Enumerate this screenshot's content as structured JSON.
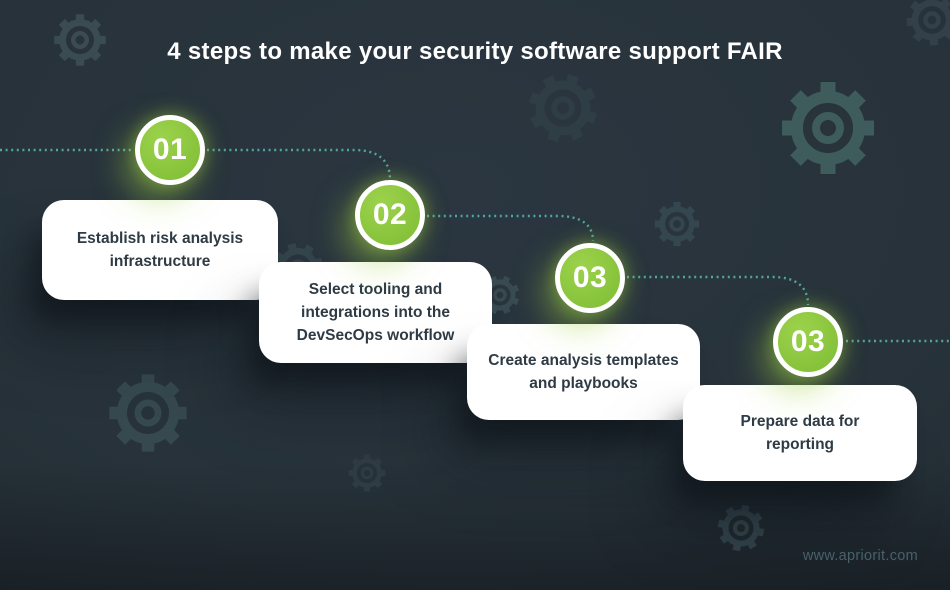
{
  "title": "4 steps to make your security software support FAIR",
  "steps": [
    {
      "number": "01",
      "label": "Establish risk analysis infrastructure"
    },
    {
      "number": "02",
      "label": "Select tooling and integrations into the DevSecOps workflow"
    },
    {
      "number": "03",
      "label": "Create analysis templates and playbooks"
    },
    {
      "number": "03",
      "label": "Prepare data for reporting"
    }
  ],
  "footer": {
    "website": "www.apriorit.com"
  },
  "icons": {
    "background_motif": "gear-icon"
  },
  "colors": {
    "background": "#27323A",
    "accent_green": "#8CC63F",
    "badge_ring": "#FFFFFF",
    "dotted_line": "#4FA69D",
    "card_background": "#FFFFFF",
    "card_text": "#2E3B45",
    "title_text": "#FFFFFF",
    "gear_prominent": "#3E5C5B",
    "footer_text": "#48616B"
  }
}
